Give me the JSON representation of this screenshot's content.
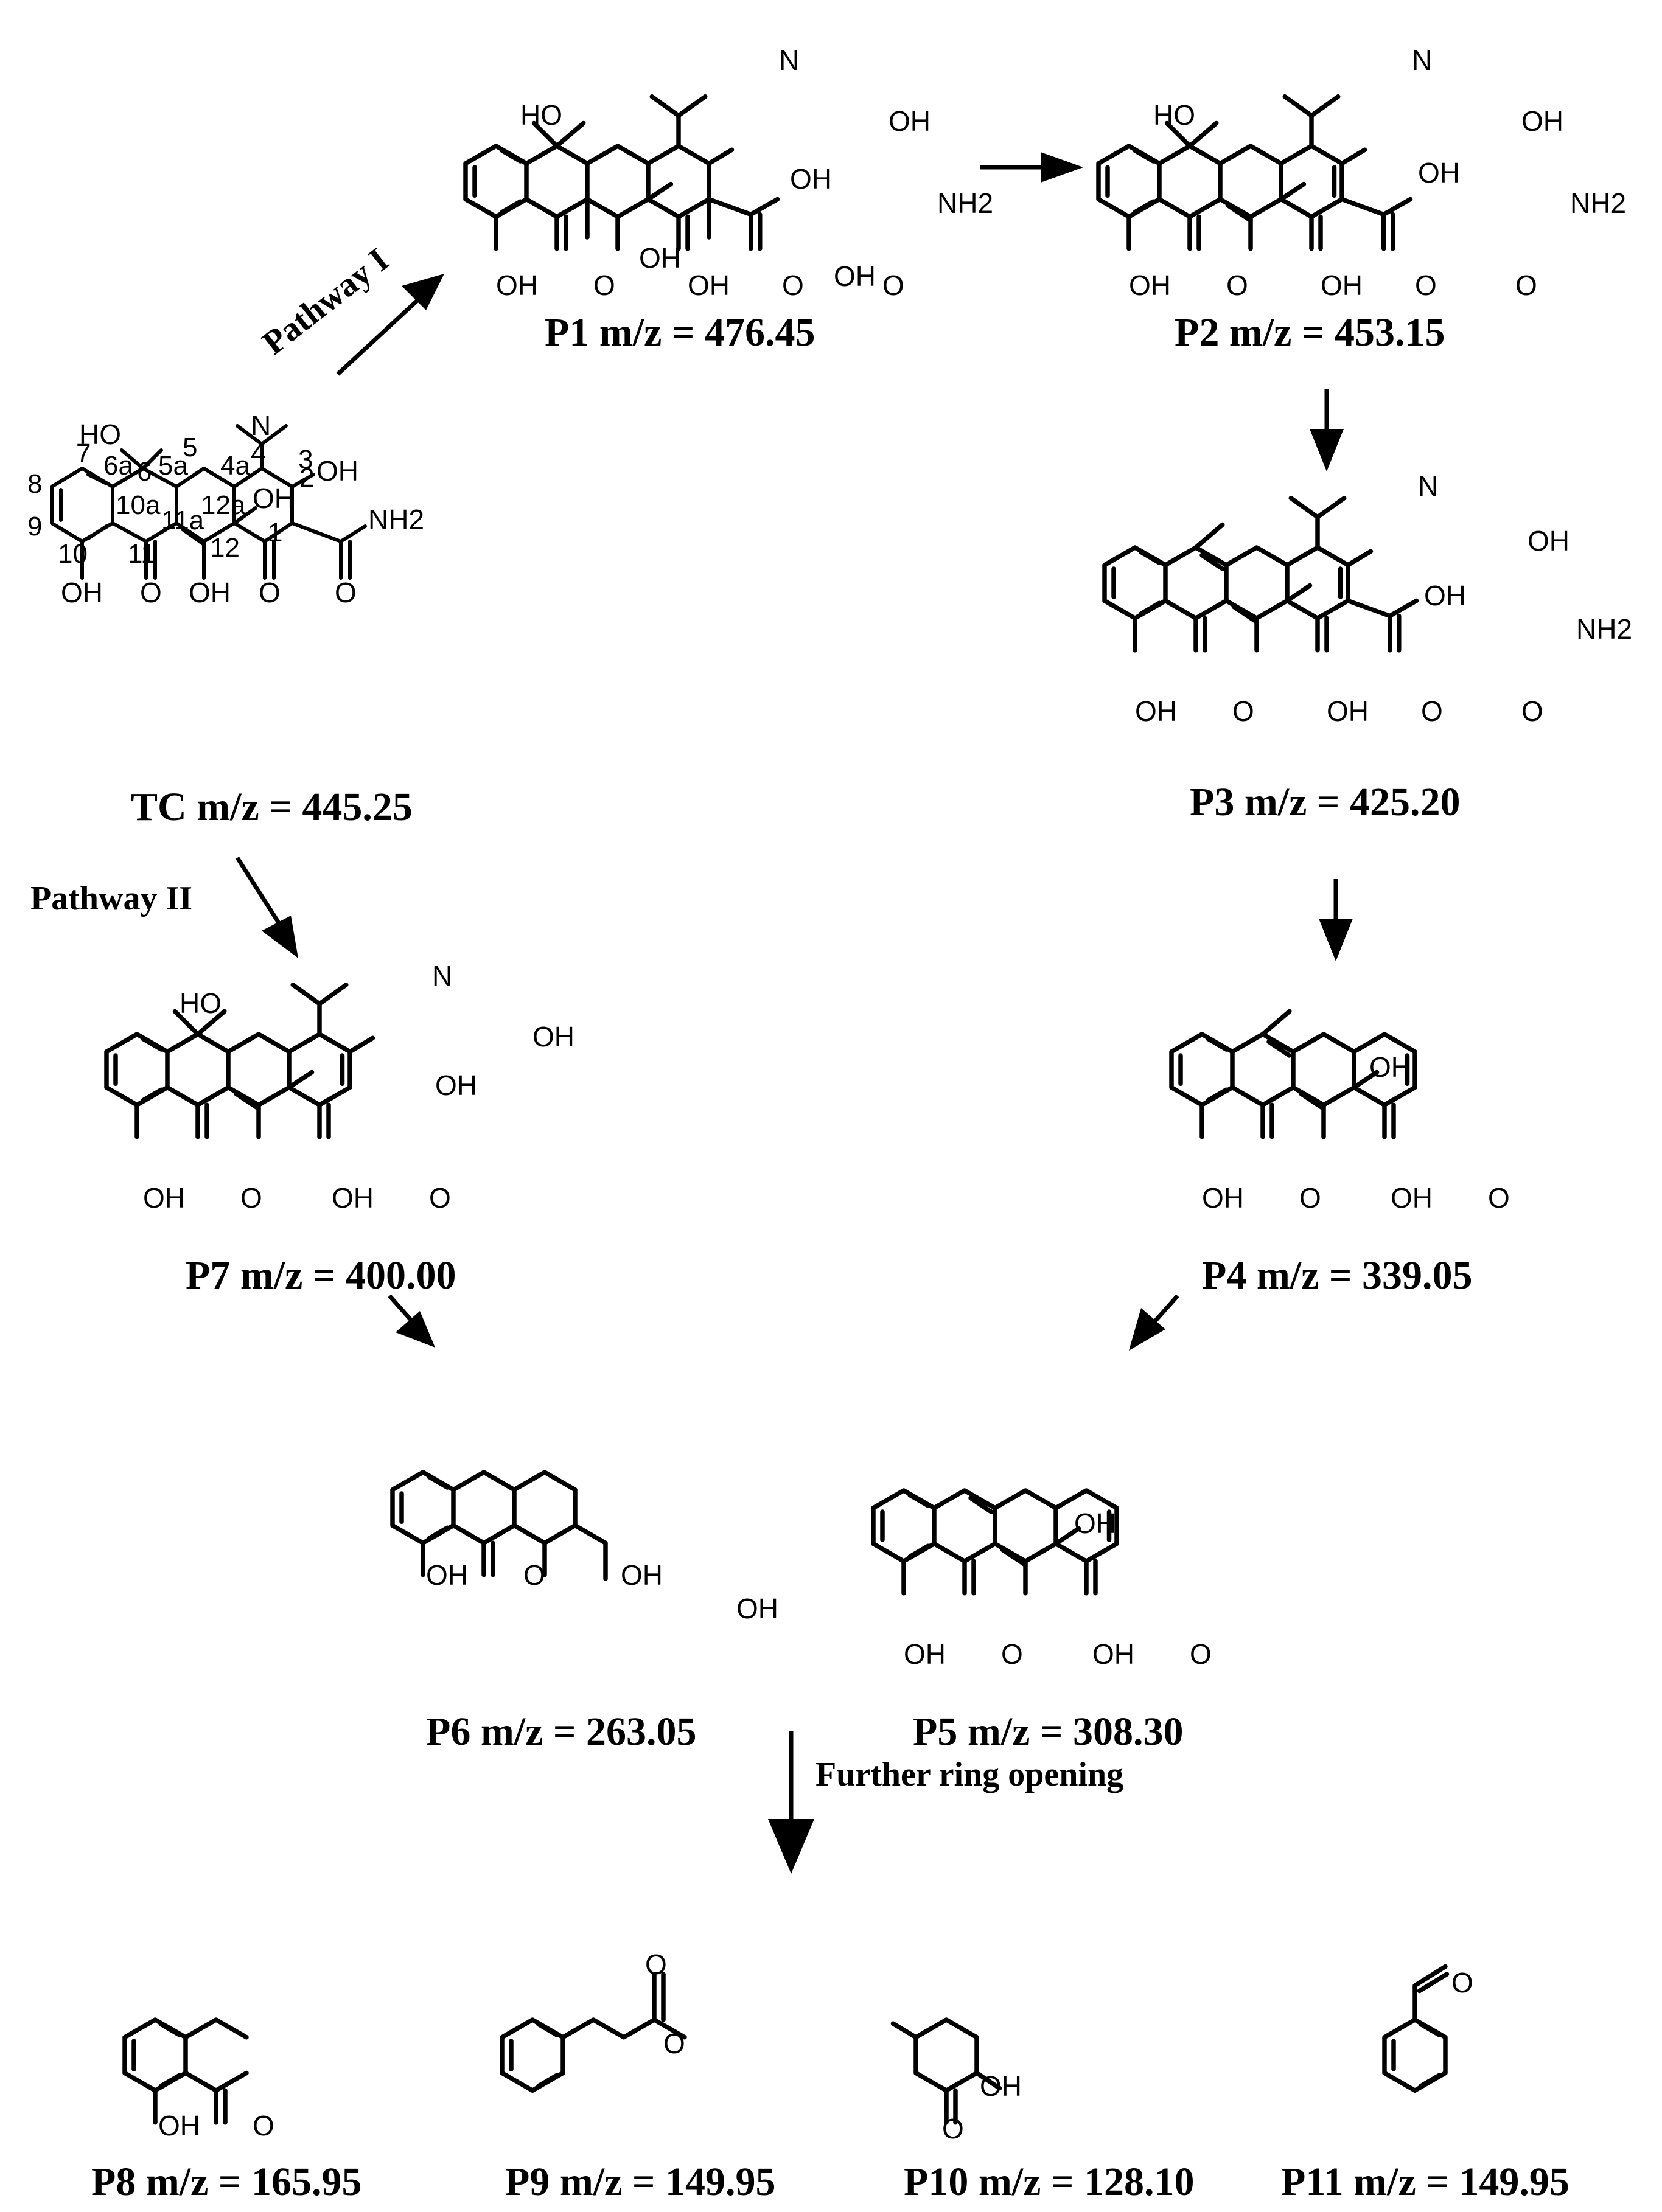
{
  "pathways": {
    "pathway_1": "Pathway I",
    "pathway_2": "Pathway II",
    "further": "Further ring opening"
  },
  "compounds": {
    "tc": "TC m/z = 445.25",
    "p1": "P1 m/z = 476.45",
    "p2": "P2 m/z = 453.15",
    "p3": "P3 m/z = 425.20",
    "p4": "P4 m/z = 339.05",
    "p5": "P5 m/z = 308.30",
    "p6": "P6 m/z = 263.05",
    "p7": "P7 m/z = 400.00",
    "p8": "P8 m/z = 165.95",
    "p9": "P9 m/z = 149.95",
    "p10": "P10 m/z = 128.10",
    "p11": "P11 m/z = 149.95"
  },
  "atoms": {
    "oh": "OH",
    "ho": "HO",
    "o": "O",
    "n": "N",
    "nh2": "NH2"
  },
  "numbering": [
    "1",
    "2",
    "3",
    "4",
    "4a",
    "5",
    "5a",
    "6",
    "6a",
    "7",
    "8",
    "9",
    "10",
    "10a",
    "11",
    "11a",
    "12",
    "12a"
  ]
}
